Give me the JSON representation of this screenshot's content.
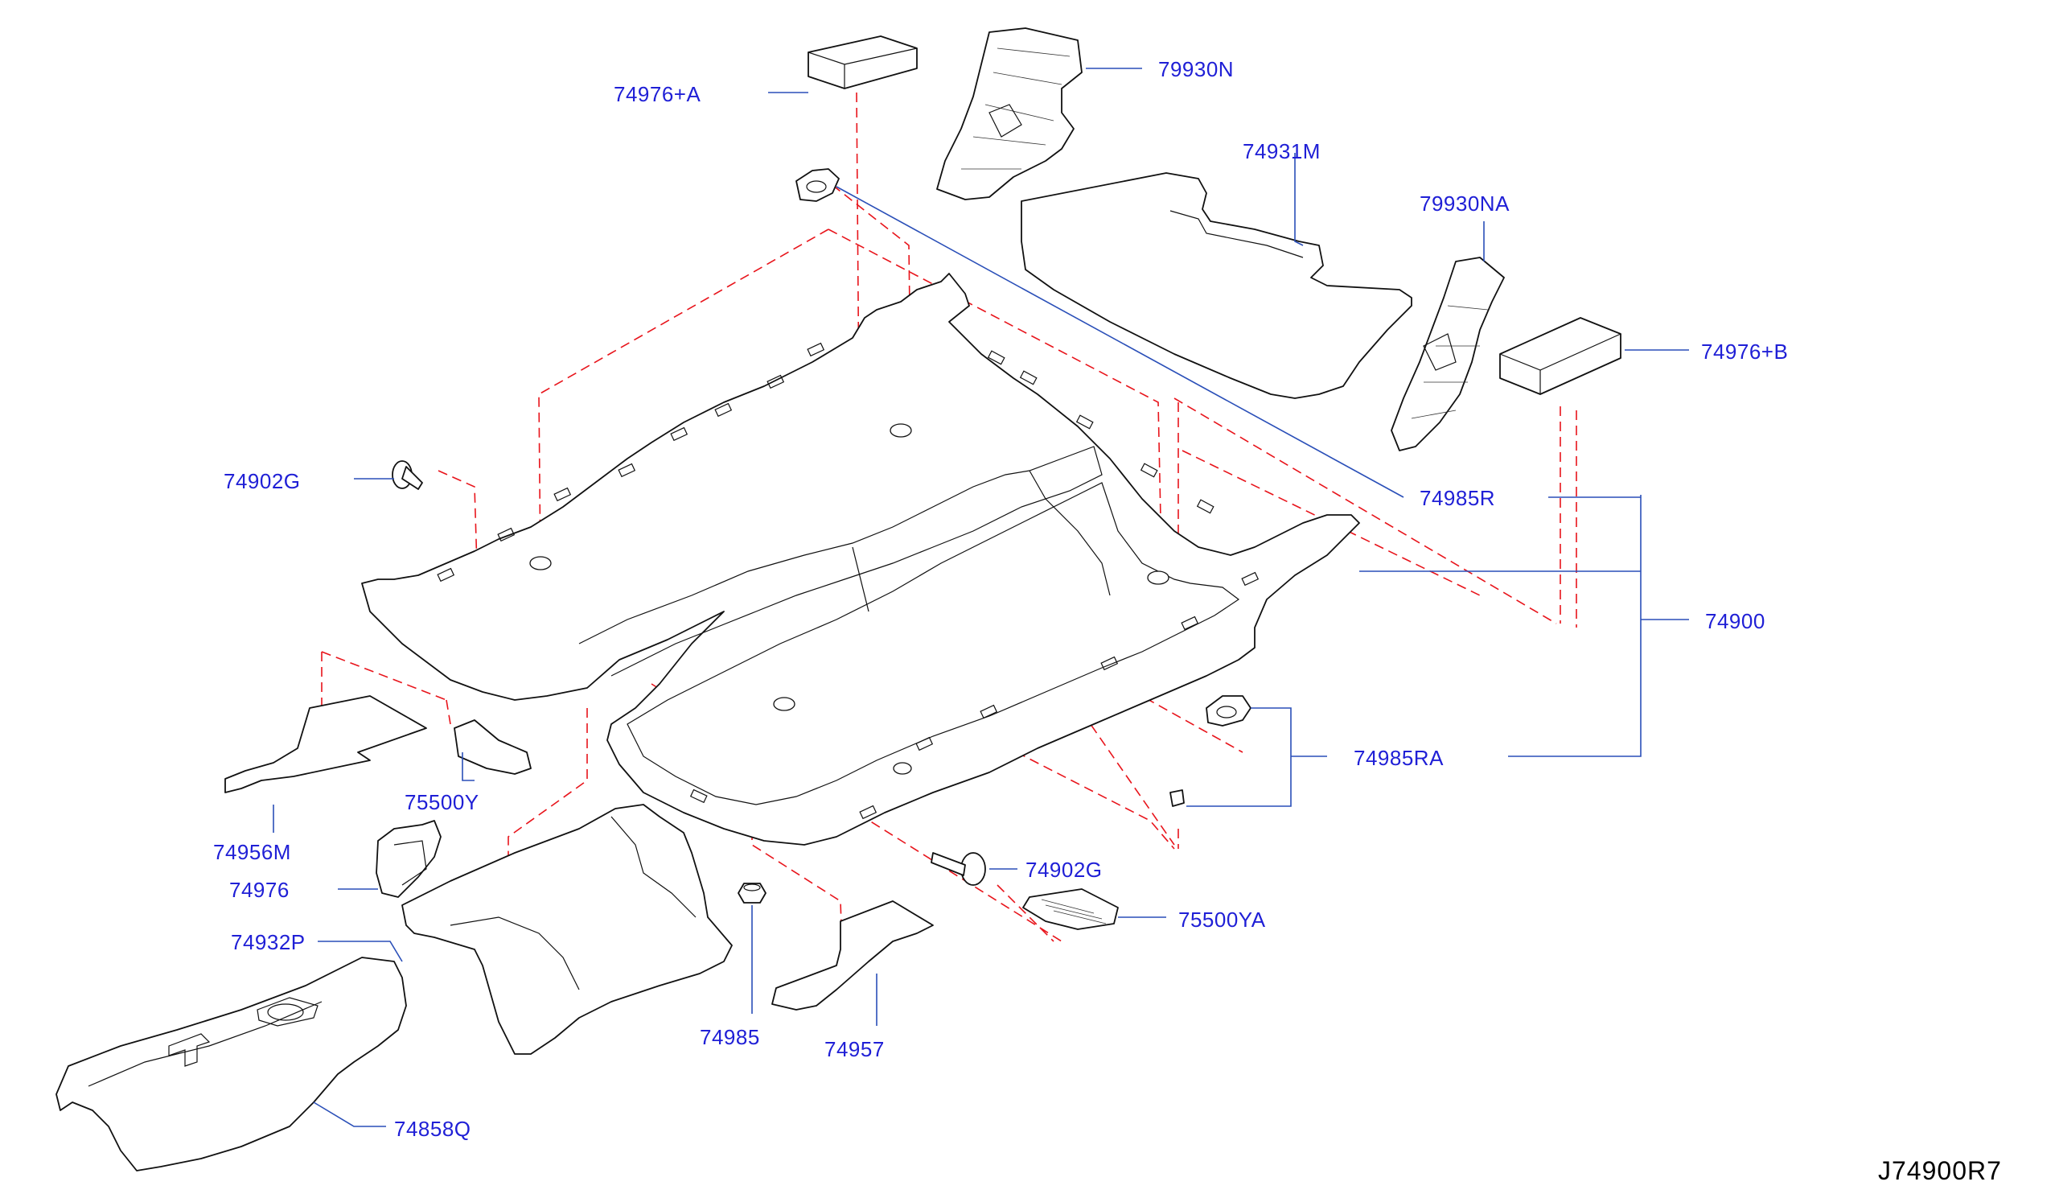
{
  "diagram": {
    "code": "J74900R7",
    "labels": {
      "p74976A": "74976+A",
      "p79930N": "79930N",
      "p74931M": "74931M",
      "p79930NA": "79930NA",
      "p74976B": "74976+B",
      "p74902G_top": "74902G",
      "p74985R": "74985R",
      "p74900": "74900",
      "p74985RA": "74985RA",
      "p75500Y": "75500Y",
      "p74956M": "74956M",
      "p74976": "74976",
      "p74932P": "74932P",
      "p74902G_bottom": "74902G",
      "p75500YA": "75500YA",
      "p74985": "74985",
      "p74957": "74957",
      "p74858Q": "74858Q"
    }
  }
}
